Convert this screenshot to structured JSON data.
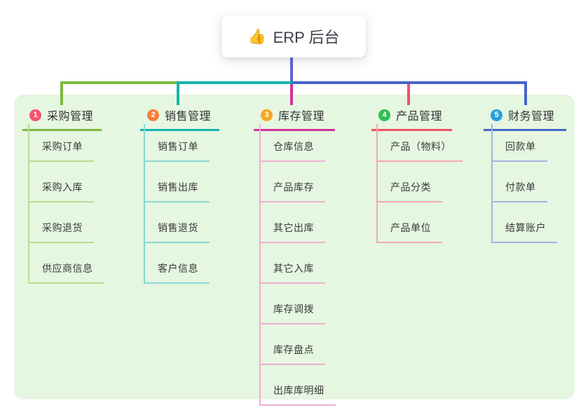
{
  "root": {
    "icon_glyph": "👍",
    "label": "ERP 后台"
  },
  "colors": {
    "root_line": "#5a67d8",
    "bus_right": "#4466c9",
    "panel_bg": "#e5f6e1"
  },
  "branches": [
    {
      "num": "1",
      "label": "采购管理",
      "color": {
        "line": "#7cb93e",
        "light": "#b9dc90",
        "badge": "#f4536e"
      },
      "children": [
        "采购订单",
        "采购入库",
        "采购退货",
        "供应商信息"
      ]
    },
    {
      "num": "2",
      "label": "销售管理",
      "color": {
        "line": "#13b5ad",
        "light": "#8ad8d2",
        "badge": "#f97e3b"
      },
      "children": [
        "销售订单",
        "销售出库",
        "销售退货",
        "客户信息"
      ]
    },
    {
      "num": "3",
      "label": "库存管理",
      "color": {
        "line": "#d3319c",
        "light": "#efaed3",
        "badge": "#f6a623"
      },
      "children": [
        "仓库信息",
        "产品库存",
        "其它出库",
        "其它入库",
        "库存调拨",
        "库存盘点",
        "出库库明细"
      ]
    },
    {
      "num": "4",
      "label": "产品管理",
      "color": {
        "line": "#f45062",
        "light": "#f8a8b1",
        "badge": "#2fbf53"
      },
      "children": [
        "产品（物料）",
        "产品分类",
        "产品单位"
      ]
    },
    {
      "num": "5",
      "label": "财务管理",
      "color": {
        "line": "#4466c9",
        "light": "#a3b3e2",
        "badge": "#27a0dc"
      },
      "children": [
        "回款单",
        "付款单",
        "结算账户"
      ]
    }
  ]
}
